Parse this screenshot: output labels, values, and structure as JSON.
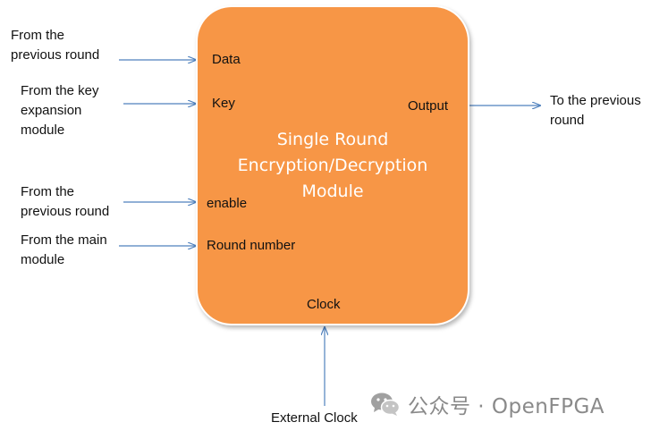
{
  "module": {
    "title": "Single Round\nEncryption/Decryption\nModule",
    "color": "#f79646"
  },
  "ports": {
    "data": "Data",
    "key": "Key",
    "enable": "enable",
    "round_number": "Round number",
    "clock": "Clock",
    "output": "Output"
  },
  "sources": {
    "data": "From the\nprevious round",
    "key": "From the key\nexpansion\nmodule",
    "enable": "From the\nprevious round",
    "round_number": "From the main\nmodule",
    "clock": "External Clock",
    "output": "To the previous\nround"
  },
  "arrow_color": "#4f81bd",
  "watermark": {
    "text": "公众号 · OpenFPGA",
    "icon": "wechat-icon"
  }
}
